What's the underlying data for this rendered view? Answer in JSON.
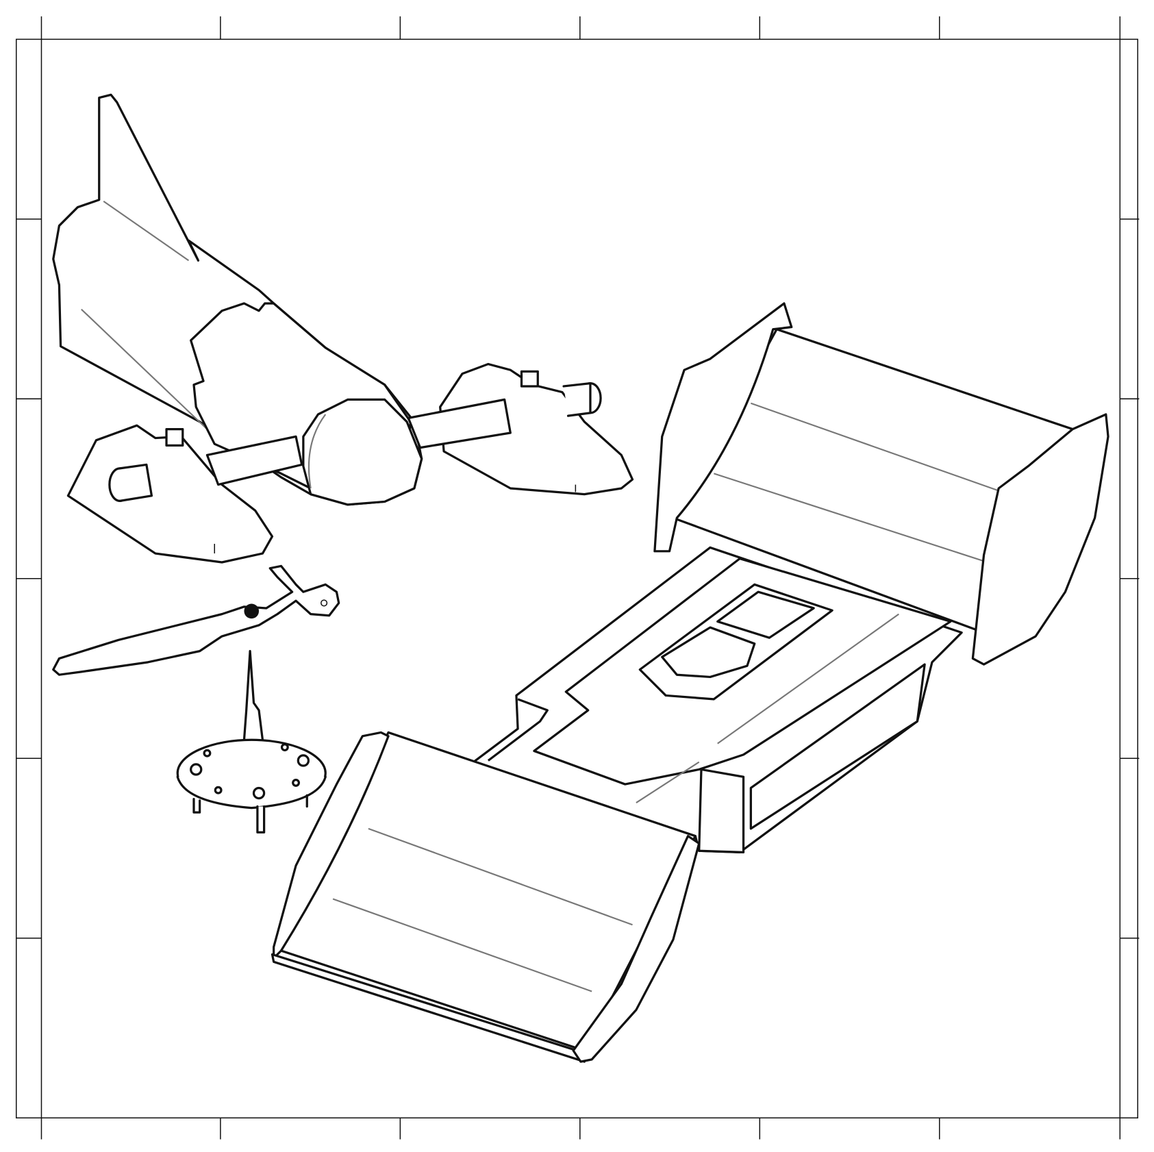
{
  "figure": {
    "type": "line-art exploded illustration",
    "colors": {
      "line": "#111111",
      "hidden_line": "#777777",
      "background": "#ffffff"
    },
    "parts": [
      "aircraft-fuselage-with-wing-pods",
      "propeller",
      "spinner-base-with-pins",
      "folding-box-tray"
    ]
  }
}
